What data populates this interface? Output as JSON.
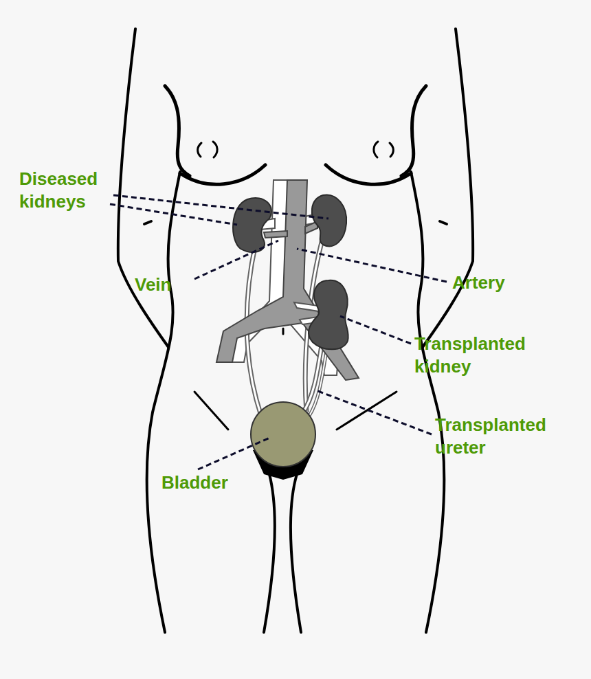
{
  "diagram": {
    "labels": [
      "Diseased kidneys",
      "Vein",
      "Artery",
      "Transplanted kidney",
      "Transplanted ureter",
      "Bladder"
    ]
  }
}
